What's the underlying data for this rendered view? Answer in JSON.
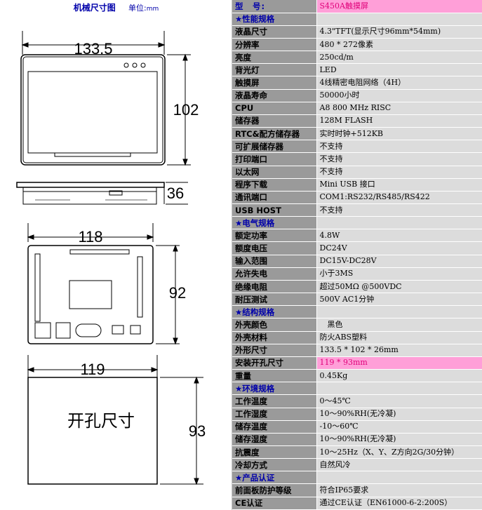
{
  "header": {
    "title": "机械尺寸图",
    "unit_prefix": "单位:",
    "unit": "mm"
  },
  "drawing": {
    "front_width": "133.5",
    "front_height": "102",
    "side_depth": "36",
    "back_width": "118",
    "back_height": "92",
    "cutout_width": "119",
    "cutout_height": "93",
    "cutout_label": "开孔尺寸"
  },
  "spec": {
    "model_label": "型　号:",
    "model_value": "S450A触摸屏",
    "rows": [
      {
        "label": "★性能规格",
        "value": "",
        "section": true
      },
      {
        "label": "液晶尺寸",
        "value": "4.3\"TFT(显示尺寸96mm*54mm)"
      },
      {
        "label": "分辨率",
        "value": "480 * 272像素"
      },
      {
        "label": "亮度",
        "value": "250cd/m"
      },
      {
        "label": "背光灯",
        "value": "LED"
      },
      {
        "label": "触摸屏",
        "value": "4线精密电阻网络（4H）"
      },
      {
        "label": "液晶寿命",
        "value": "50000小时"
      },
      {
        "label": "CPU",
        "value": "A8 800 MHz RISC"
      },
      {
        "label": "储存器",
        "value": "128M FLASH"
      },
      {
        "label": "RTC&配方储存器",
        "value": "实时时钟+512KB"
      },
      {
        "label": "可扩展储存器",
        "value": "不支持"
      },
      {
        "label": "打印端口",
        "value": "不支持"
      },
      {
        "label": "以太网",
        "value": "不支持"
      },
      {
        "label": "程序下载",
        "value": "Mini USB 接口"
      },
      {
        "label": "通讯端口",
        "value": "COM1:RS232/RS485/RS422"
      },
      {
        "label": "USB HOST",
        "value": "不支持"
      },
      {
        "label": "★电气规格",
        "value": "",
        "section": true
      },
      {
        "label": "额定功率",
        "value": "4.8W"
      },
      {
        "label": "额度电压",
        "value": "DC24V"
      },
      {
        "label": "输入范围",
        "value": "DC15V-DC28V"
      },
      {
        "label": "允许失电",
        "value": "小于3MS"
      },
      {
        "label": "绝缘电阻",
        "value": "超过50MΩ @500VDC"
      },
      {
        "label": "耐压测试",
        "value": "500V AC1分钟"
      },
      {
        "label": "★结构规格",
        "value": "",
        "section": true
      },
      {
        "label": "外壳颜色",
        "value": "　黑色"
      },
      {
        "label": "外壳材料",
        "value": "防火ABS塑料"
      },
      {
        "label": "外形尺寸",
        "value": "133.5 * 102 * 26mm"
      },
      {
        "label": "安装开孔尺寸",
        "value": "119 * 93mm",
        "highlight": true
      },
      {
        "label": "重量",
        "value": "0.45Kg"
      },
      {
        "label": "★环境规格",
        "value": "",
        "section": true
      },
      {
        "label": "工作温度",
        "value": "0～45℃"
      },
      {
        "label": "工作湿度",
        "value": "10～90%RH(无冷凝)"
      },
      {
        "label": "储存温度",
        "value": "-10～60℃"
      },
      {
        "label": "储存湿度",
        "value": "10～90%RH(无冷凝)"
      },
      {
        "label": "抗震度",
        "value": "10～25Hz（X、Y、Z方向2G/30分钟）"
      },
      {
        "label": "冷却方式",
        "value": "自然风冷"
      },
      {
        "label": "★产品认证",
        "value": "",
        "section": true
      },
      {
        "label": "前面板防护等级",
        "value": "符合IP65要求"
      },
      {
        "label": "CE认证",
        "value": "通过CE认证（EN61000-6-2:200S）"
      }
    ]
  },
  "colors": {
    "label_bg": "#9a9a9a",
    "value_bg": "#dcdcdc",
    "highlight_bg": "#ff9fd8",
    "highlight_text": "#e0007a",
    "section_text": "#0000aa"
  }
}
